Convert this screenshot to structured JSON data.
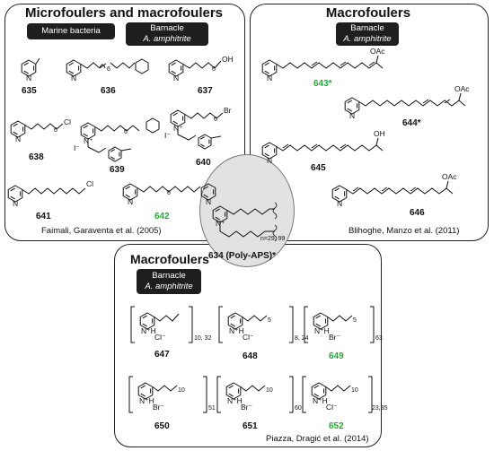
{
  "panels": {
    "top_left": {
      "title": "Microfoulers and macrofoulers",
      "tags": [
        {
          "label": "Marine bacteria"
        },
        {
          "label": "Barnacle",
          "species": "A. amphitrite"
        }
      ],
      "compounds": [
        "635",
        "636",
        "637",
        "638",
        "639",
        "640",
        "641",
        "642"
      ],
      "citation": "Faimali, Garaventa et al. (2005)"
    },
    "top_right": {
      "title": "Macrofoulers",
      "tag": {
        "label": "Barnacle",
        "species": "A. amphitrite"
      },
      "compounds": [
        "643*",
        "644*",
        "645",
        "646"
      ],
      "citation": "Blihoghe, Manzo et al. (2011)"
    },
    "center": {
      "compound": "634 (Poly-APS)*",
      "n_label": "n=29, 99"
    },
    "bottom": {
      "title": "Macrofoulers",
      "tag": {
        "label": "Barnacle",
        "species": "A. amphitrite"
      },
      "compounds": [
        "647",
        "648",
        "649",
        "650",
        "651",
        "652"
      ],
      "subscripts": [
        "10, 32",
        "8, 24",
        "63",
        "51",
        "60",
        "23,35"
      ],
      "chain_subs": [
        "5",
        "5",
        "10",
        "10",
        "10"
      ],
      "citation": "Piazza, Dragić et al. (2014)"
    },
    "labels": {
      "chain_6": "6",
      "cl": "Cl",
      "oh": "OH",
      "br": "Br",
      "oac": "OAc",
      "i_minus": "I⁻",
      "n": "N",
      "n_plus": "N⁺",
      "nh_plus": "N⁺H",
      "cl_minus": "Cl⁻",
      "br_minus": "Br⁻"
    }
  },
  "colors": {
    "highlight": "#2aa43a",
    "pill_bg": "#1e1e1e",
    "center_fill": "#e2e2e2"
  }
}
